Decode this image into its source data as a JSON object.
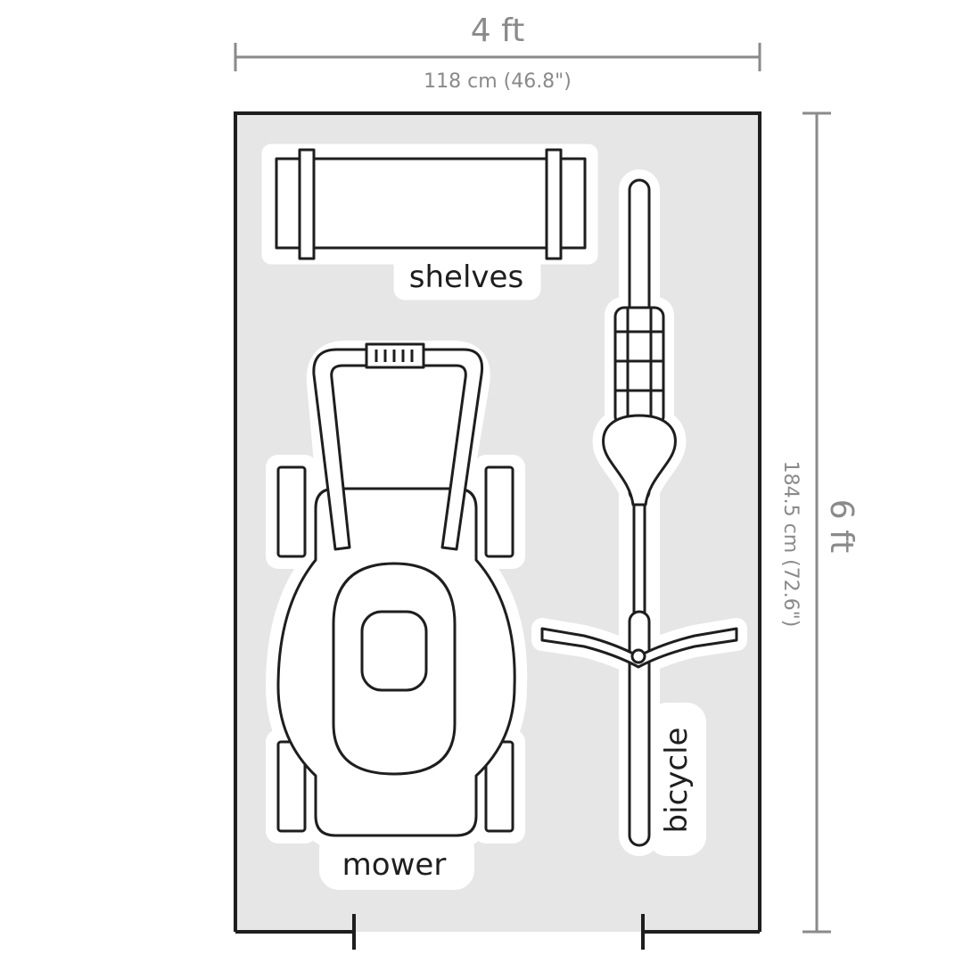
{
  "dimensions": {
    "width_label": "4 ft",
    "width_metric": "118 cm (46.8\")",
    "depth_label": "6 ft",
    "depth_metric": "184.5 cm (72.6\")"
  },
  "items": {
    "shelves": "shelves",
    "mower": "mower",
    "bicycle": "bicycle"
  },
  "colors": {
    "floor": "#e6e6e6",
    "outline": "#1e1e1e",
    "dimension": "#8a8a8a"
  }
}
